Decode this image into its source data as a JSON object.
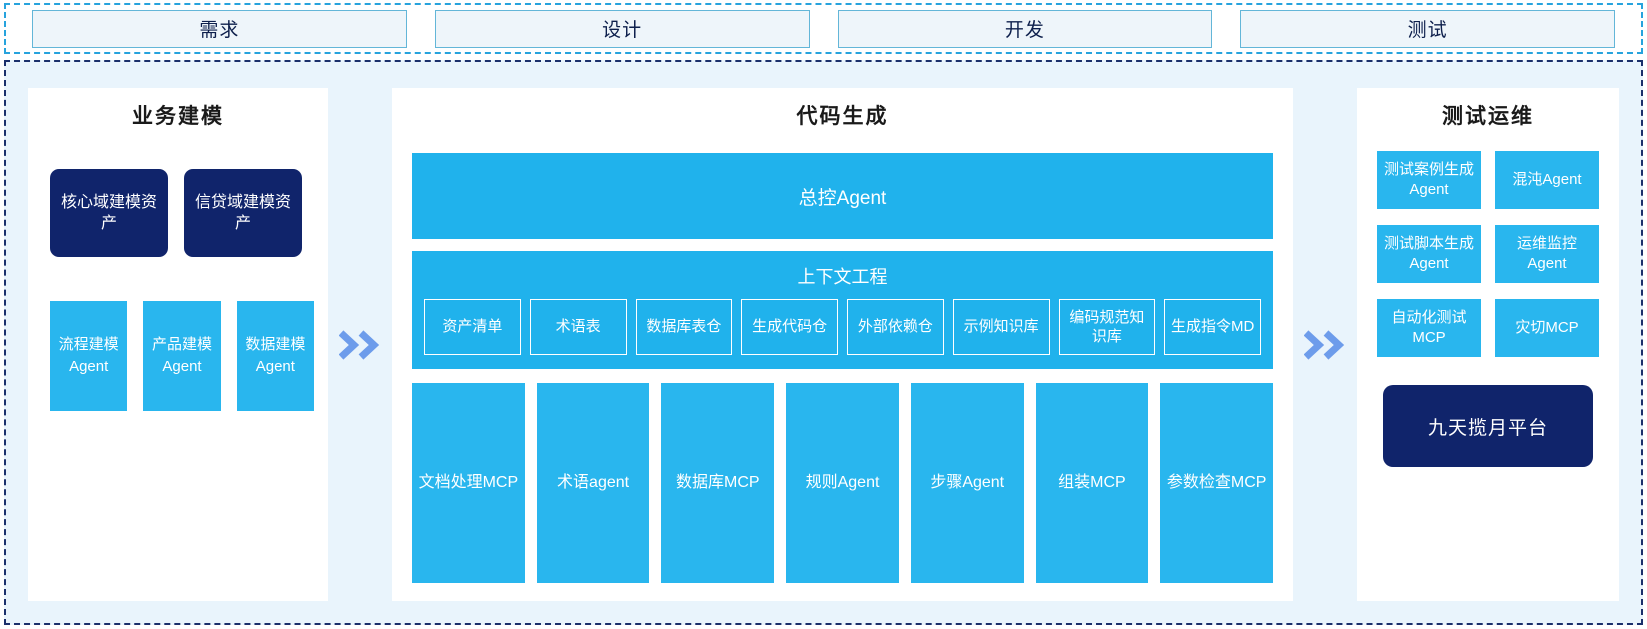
{
  "phases": [
    {
      "label": "需求"
    },
    {
      "label": "设计"
    },
    {
      "label": "开发"
    },
    {
      "label": "测试"
    }
  ],
  "colors": {
    "accent_blue": "#29b6ee",
    "master_blue": "#20b2ec",
    "navy": "#10246b",
    "panel_bg": "#e9f4fc",
    "chevron": "#6d9ceb",
    "phase_border": "#63b6d8"
  },
  "panels": {
    "left": {
      "title": "业务建模",
      "assets": [
        {
          "label": "核心域建模资产"
        },
        {
          "label": "信贷域建模资产"
        }
      ],
      "agents": [
        {
          "label": "流程建模Agent"
        },
        {
          "label": "产品建模Agent"
        },
        {
          "label": "数据建模Agent"
        }
      ]
    },
    "center": {
      "title": "代码生成",
      "master_agent": "总控Agent",
      "context": {
        "title": "上下文工程",
        "items": [
          {
            "label": "资产清单"
          },
          {
            "label": "术语表"
          },
          {
            "label": "数据库表仓"
          },
          {
            "label": "生成代码仓"
          },
          {
            "label": "外部依赖仓"
          },
          {
            "label": "示例知识库"
          },
          {
            "label": "编码规范知识库"
          },
          {
            "label": "生成指令MD"
          }
        ]
      },
      "tools": [
        {
          "label": "文档处理MCP"
        },
        {
          "label": "术语agent"
        },
        {
          "label": "数据库MCP"
        },
        {
          "label": "规则Agent"
        },
        {
          "label": "步骤Agent"
        },
        {
          "label": "组装MCP"
        },
        {
          "label": "参数检查MCP"
        }
      ]
    },
    "right": {
      "title": "测试运维",
      "items": [
        {
          "label": "测试案例生成Agent"
        },
        {
          "label": "混沌Agent"
        },
        {
          "label": "测试脚本生成Agent"
        },
        {
          "label": "运维监控Agent"
        },
        {
          "label": "自动化测试MCP"
        },
        {
          "label": "灾切MCP"
        }
      ],
      "platform": "九天揽月平台"
    }
  },
  "separators": [
    {
      "icon": "double-chevron-right"
    },
    {
      "icon": "double-chevron-right"
    }
  ]
}
